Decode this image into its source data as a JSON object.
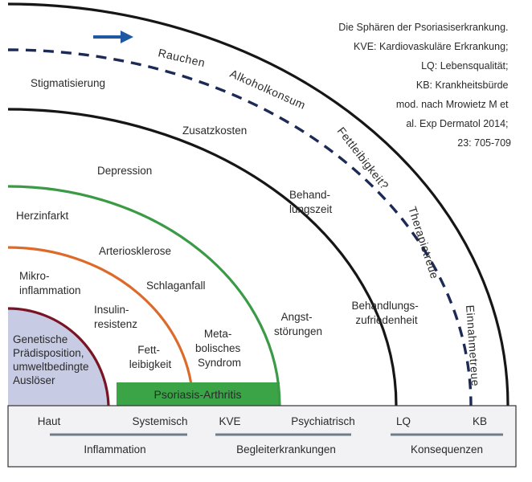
{
  "caption": [
    "Die Sphären der Psoriasiserkrankung.",
    "KVE: Kardiovaskuläre Erkrankung;",
    "LQ: Lebensqualität;",
    "KB: Krankheitsbürde",
    "mod. nach Mrowietz M et",
    "al. Exp Dermatol 2014;",
    "23: 705-709"
  ],
  "colors": {
    "core_fill": "#c7cbe3",
    "ring_maroon": "#7a1424",
    "ring_orange": "#de6a2a",
    "ring_green": "#3a9a45",
    "ring_black": "#161616",
    "dashed_navy": "#1c2a55",
    "arrow_blue": "#1f57a3",
    "arthritis_fill": "#3aa447",
    "bottom_bar": "#f2f2f4",
    "bracket_line": "#6f7c8a"
  },
  "core": {
    "lines": [
      "Genetische",
      "Prädisposition,",
      "umweltbedingte",
      "Auslöser"
    ]
  },
  "arthritis_label": "Psoriasis-Arthritis",
  "labels": {
    "mikro": [
      "Mikro-",
      "inflammation"
    ],
    "insulin": [
      "Insulin-",
      "resistenz"
    ],
    "fett": [
      "Fett-",
      "leibigkeit"
    ],
    "herz": [
      "Herzinfarkt"
    ],
    "arterio": [
      "Arteriosklerose"
    ],
    "schlag": [
      "Schlaganfall"
    ],
    "meta": [
      "Meta-",
      "bolisches",
      "Syndrom"
    ],
    "depr": [
      "Depression"
    ],
    "angst": [
      "Angst-",
      "störungen"
    ],
    "zusatz": [
      "Zusatzkosten"
    ],
    "behzeit": [
      "Behand-",
      "lungszeit"
    ],
    "behzuf": [
      "Behandlungs-",
      "zufriedenheit"
    ],
    "stigma": [
      "Stigmatisierung"
    ]
  },
  "outer_terms": [
    "Rauchen",
    "Alkoholkonsum",
    "Fettleibigkeit?",
    "Therapietreue",
    "Einnahmetreue"
  ],
  "bottom": {
    "top_labels": [
      "Haut",
      "Systemisch",
      "KVE",
      "Psychiatrisch",
      "LQ",
      "KB"
    ],
    "group_labels": [
      "Inflammation",
      "Begleiterkrankungen",
      "Konsequenzen"
    ]
  }
}
